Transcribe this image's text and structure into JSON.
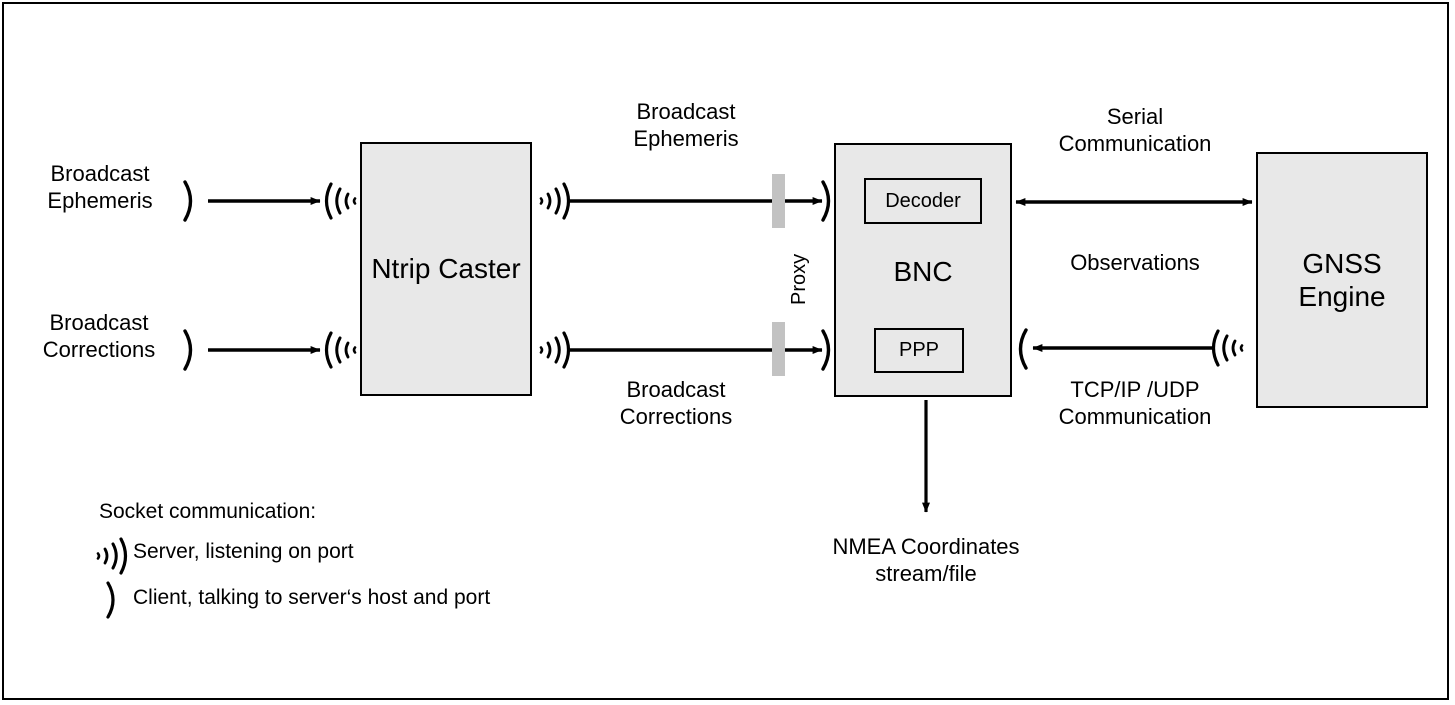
{
  "diagram": {
    "nodes": {
      "ntrip_caster": "Ntrip\nCaster",
      "bnc": "BNC",
      "gnss_engine": "GNSS\nEngine",
      "decoder": "Decoder",
      "ppp": "PPP"
    },
    "labels": {
      "broadcast_ephemeris_left": "Broadcast\nEphemeris",
      "broadcast_corrections_left": "Broadcast\nCorrections",
      "broadcast_ephemeris_mid": "Broadcast\nEphemeris",
      "broadcast_corrections_mid": "Broadcast\nCorrections",
      "proxy": "Proxy",
      "serial_communication": "Serial\nCommunication",
      "observations": "Observations",
      "tcpip_udp_communication": "TCP/IP /UDP\nCommunication",
      "nmea_output": "NMEA Coordinates\nstream/file"
    },
    "legend": {
      "title": "Socket communication:",
      "items": [
        {
          "icon": "server-socket-icon",
          "text": "Server, listening on port"
        },
        {
          "icon": "client-socket-icon",
          "text": "Client, talking to server‘s host and port"
        }
      ]
    },
    "colors": {
      "node_fill": "#e8e8e8",
      "stroke": "#000000",
      "proxy_bar": "#c2c2c2",
      "background": "#ffffff"
    }
  }
}
